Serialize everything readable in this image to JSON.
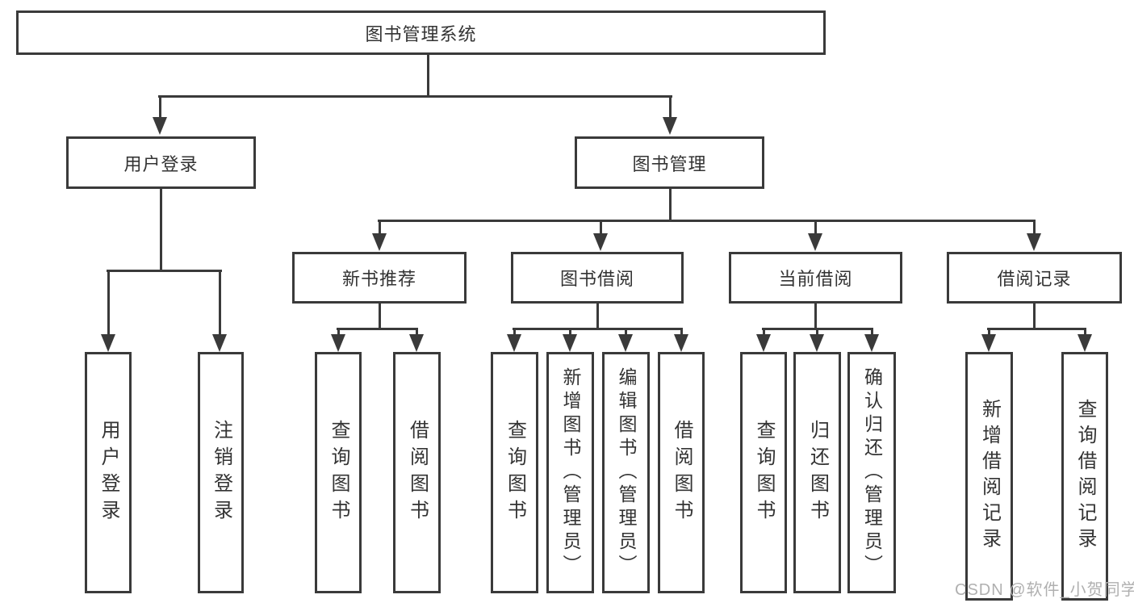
{
  "diagram": {
    "type": "hierarchy-tree",
    "nodes": {
      "root": {
        "label": "图书管理系统"
      },
      "branches": [
        {
          "label": "用户登录",
          "children": [
            {
              "label": "用户登录"
            },
            {
              "label": "注销登录"
            }
          ]
        },
        {
          "label": "图书管理",
          "children": [
            {
              "label": "新书推荐",
              "children": [
                {
                  "label": "查询图书"
                },
                {
                  "label": "借阅图书"
                }
              ]
            },
            {
              "label": "图书借阅",
              "children": [
                {
                  "label": "查询图书"
                },
                {
                  "label": "新增图书（管理员）"
                },
                {
                  "label": "编辑图书（管理员）"
                },
                {
                  "label": "借阅图书"
                }
              ]
            },
            {
              "label": "当前借阅",
              "children": [
                {
                  "label": "查询图书"
                },
                {
                  "label": "归还图书"
                },
                {
                  "label": "确认归还（管理员）"
                }
              ]
            },
            {
              "label": "借阅记录",
              "children": [
                {
                  "label": "新增借阅记录"
                },
                {
                  "label": "查询借阅记录"
                }
              ]
            }
          ]
        }
      ]
    },
    "colors": {
      "line": "#3a3a3a",
      "text": "#333333",
      "background": "#ffffff",
      "watermark": "#b0b0b0"
    }
  },
  "watermark": {
    "text": "CSDN @软件_小贺同学"
  }
}
